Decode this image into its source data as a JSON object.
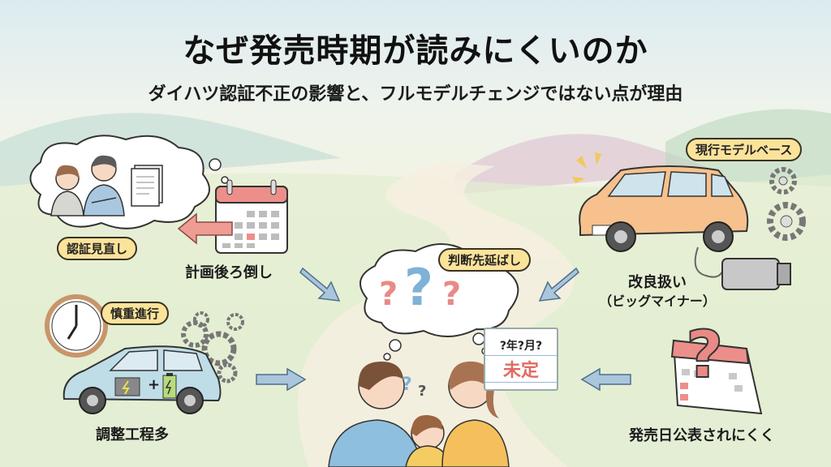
{
  "header": {
    "title": "なぜ発売時期が読みにくいのか",
    "subtitle": "ダイハツ認証不正の影響と、フルモデルチェンジではない点が理由"
  },
  "labels": {
    "certification_review": "認証見直し",
    "plan_postponed": "計画後ろ倒し",
    "current_model_base": "現行モデルベース",
    "improvement_line1": "改良扱い",
    "improvement_line2": "（ビッグマイナー）",
    "decision_delayed": "判断先延ばし",
    "careful_progress": "慎重進行",
    "many_adjustments": "調整工程多",
    "release_date_unannounced": "発売日公表されにくく",
    "calendar_sign_line1": "?年?月?",
    "calendar_sign_line2": "未定"
  },
  "colors": {
    "pill_fill": "#fbe39a",
    "arrow_blue": "#a9c6dd",
    "arrow_red": "#ef9c95",
    "car_orange": "#f6c18d",
    "car_blue": "#bfdde6",
    "question_blue": "#7fb2d6",
    "question_pink": "#e98a86"
  },
  "icons": [
    "thought-cloud-icon",
    "worried-staff-icon",
    "document-icon",
    "calendar-icon",
    "back-arrow-icon",
    "orange-car-icon",
    "gear-icon",
    "motor-icon",
    "clock-icon",
    "blue-hybrid-car-icon",
    "engine-icon",
    "battery-icon",
    "question-mark-icon",
    "family-icon",
    "question-calendar-icon",
    "flow-arrow-icon"
  ]
}
